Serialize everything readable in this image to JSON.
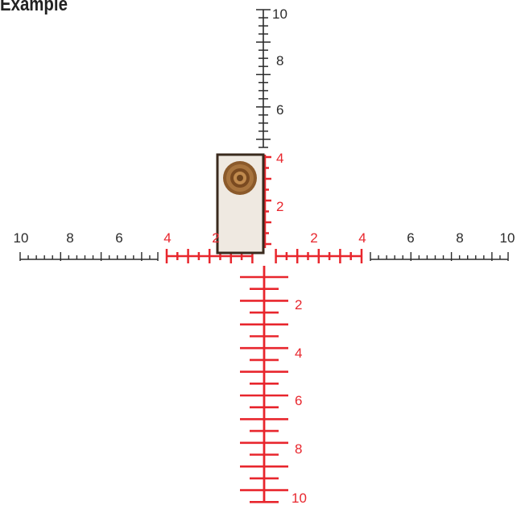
{
  "title": "Example",
  "colors": {
    "black": "#2b2b2b",
    "red": "#e8262d",
    "box_fill": "#efe9e1",
    "box_stroke": "#3a2a1e",
    "target": "#8b5a2b"
  },
  "icons": {
    "target": "wood-target-icon",
    "plate": "target-plate"
  },
  "scale": {
    "up": {
      "labels": [
        "10",
        "8",
        "6",
        "4",
        "2"
      ]
    },
    "left": {
      "labels": [
        "10",
        "8",
        "6",
        "4",
        "2"
      ]
    },
    "right": {
      "labels": [
        "2",
        "4",
        "6",
        "8",
        "10"
      ]
    },
    "down": {
      "labels": [
        "2",
        "4",
        "6",
        "8",
        "10"
      ]
    }
  }
}
